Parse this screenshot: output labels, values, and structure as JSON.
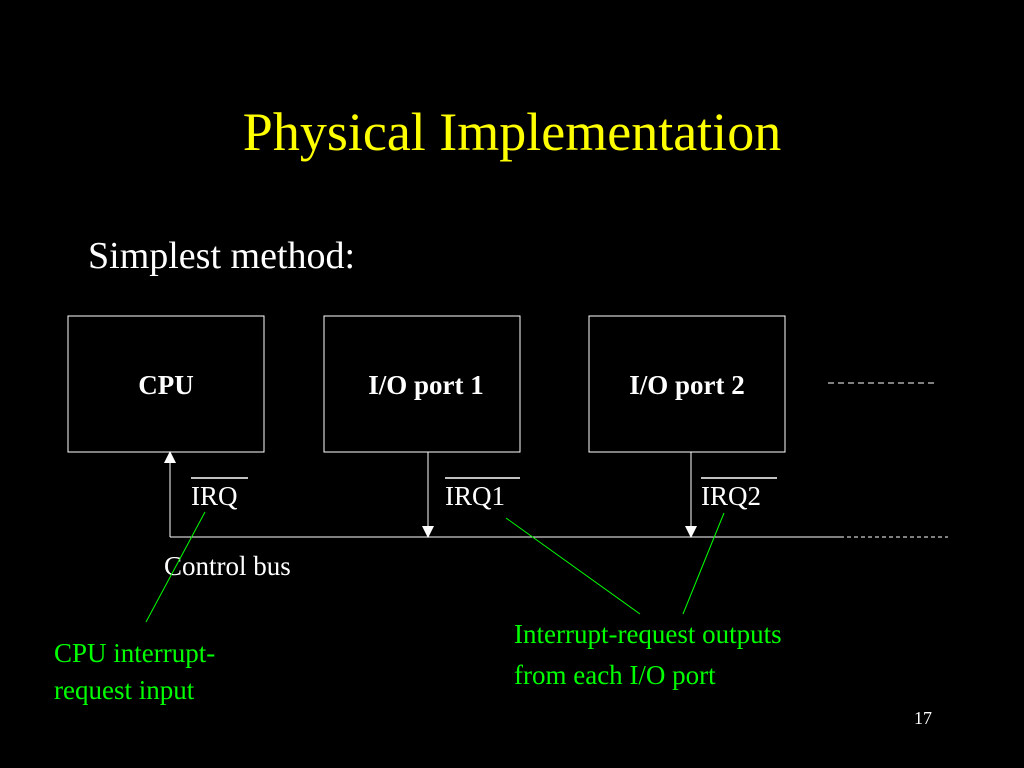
{
  "slide": {
    "title": "Physical Implementation",
    "subtitle": "Simplest method:",
    "page_number": "17"
  },
  "diagram": {
    "boxes": [
      {
        "id": "cpu",
        "label": "CPU"
      },
      {
        "id": "io1",
        "label": "I/O port 1"
      },
      {
        "id": "io2",
        "label": "I/O port 2"
      }
    ],
    "signals": {
      "irq": "IRQ",
      "irq1": "IRQ1",
      "irq2": "IRQ2"
    },
    "bus_label": "Control bus",
    "annotations": {
      "cpu_input": [
        "CPU interrupt-",
        "request input"
      ],
      "io_outputs": [
        "Interrupt-request outputs",
        "from each I/O port"
      ]
    },
    "colors": {
      "background": "#000000",
      "title": "#ffff00",
      "annotation": "#00ff00",
      "lines": "#ffffff"
    }
  }
}
